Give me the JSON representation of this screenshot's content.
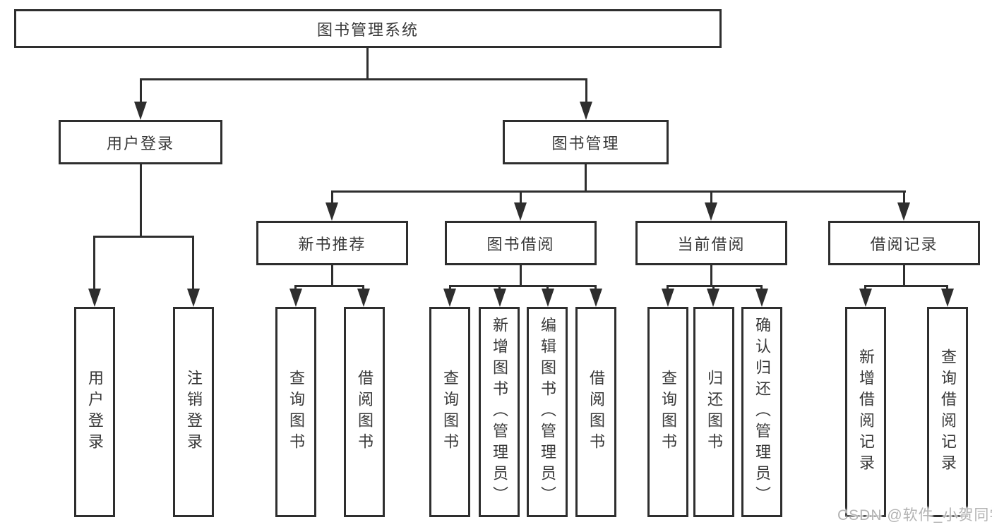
{
  "colors": {
    "line": "#2e2e2e",
    "text": "#383838",
    "background": "#ffffff",
    "watermark": "#b3b3b3"
  },
  "nodes": {
    "root": "图书管理系统",
    "l2": [
      "用户登录",
      "图书管理"
    ],
    "l3": [
      "新书推荐",
      "图书借阅",
      "当前借阅",
      "借阅记录"
    ],
    "l4": {
      "g1": [
        "用户登录",
        "注销登录"
      ],
      "g2": [
        "查询图书",
        "借阅图书"
      ],
      "g3": [
        "查询图书",
        "新增图书（管理员）",
        "编辑图书（管理员）",
        "借阅图书"
      ],
      "g4": [
        "查询图书",
        "归还图书",
        "确认归还（管理员）"
      ],
      "g5": [
        "新增借阅记录",
        "查询借阅记录"
      ]
    }
  },
  "watermark": "CSDN @软件_小贺同学"
}
